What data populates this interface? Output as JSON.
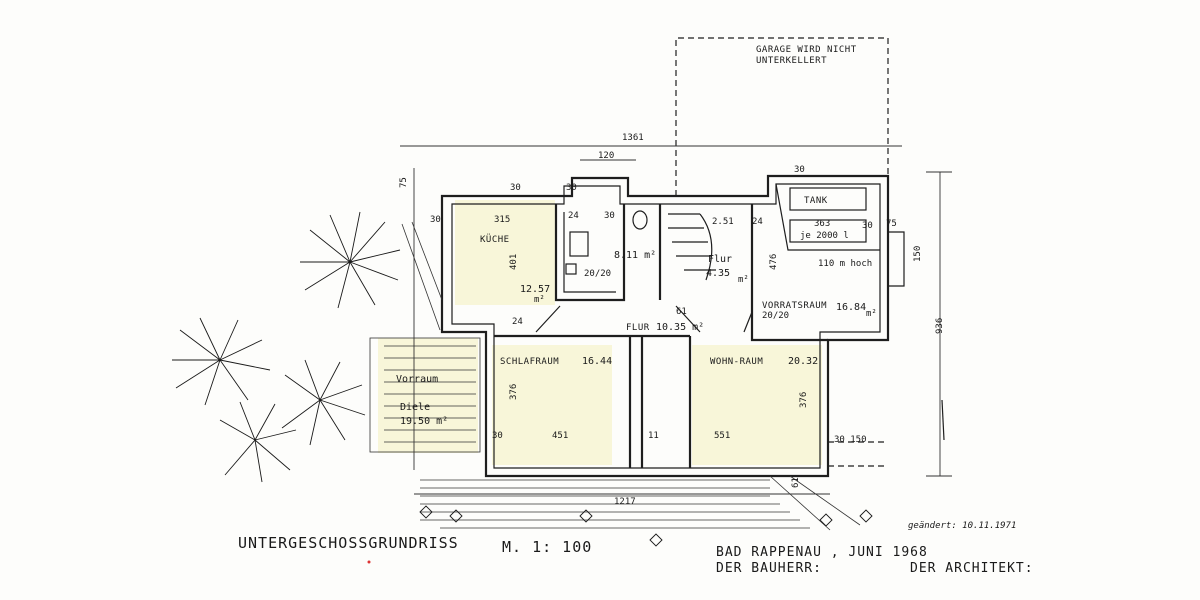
{
  "garage_note_line1": "GARAGE WIRD NICHT",
  "garage_note_line2": "UNTERKELLERT",
  "rooms": {
    "kueche_label": "KÜCHE",
    "kueche_area": "12.57",
    "kueche_unit": "m²",
    "bad_area": "8.11 m²",
    "flur_label": "Flur",
    "flur_area": "4.35",
    "flur_unit": "m²",
    "flur2_label": "FLUR",
    "flur2_area": "10.35 m²",
    "vorrat_label": "VORRATSRAUM",
    "vorrat_area": "16.84",
    "vorrat_unit": "m²",
    "schlaf_label": "SCHLAFRAUM",
    "schlaf_area": "16.44",
    "wohn_label": "WOHN-RAUM",
    "wohn_area": "20.32",
    "vorraum_label": "Vorraum",
    "diele_label": "Diele",
    "diele_area": "19.50 m²"
  },
  "tank": {
    "label": "TANK",
    "width": "363",
    "capacity": "je 2000 l",
    "height": "110 m hoch"
  },
  "dimensions": {
    "top_total": "1361",
    "d_120": "120",
    "d_75_left": "75",
    "d_30_a": "30",
    "d_30_b": "30",
    "d_30_c": "30",
    "d_30_d": "30",
    "d_30_e": "30",
    "d_30_f": "30",
    "d_315": "315",
    "d_24_a": "24",
    "d_24_b": "24",
    "d_24_c": "24",
    "d_30_bad": "30",
    "d_201": "2.51",
    "d_75_right": "75",
    "d_150": "150",
    "d_936": "936",
    "d_401": "401",
    "d_476": "476",
    "d_376_a": "376",
    "d_376_b": "376",
    "d_451": "451",
    "d_551": "551",
    "d_11": "11",
    "d_30_150": "30  150",
    "d_1217": "1217",
    "d_2020_a": "20/20",
    "d_2020_b": "20/20",
    "d_61_a": "61",
    "d_61_b": "61"
  },
  "title": "UNTERGESCHOSSGRUNDRISS",
  "scale": "M. 1: 100",
  "location_date": "BAD RAPPENAU   , JUNI 1968",
  "bauherr": "DER BAUHERR:",
  "architekt": "DER ARCHITEKT:",
  "revision": "geändert: 10.11.1971"
}
